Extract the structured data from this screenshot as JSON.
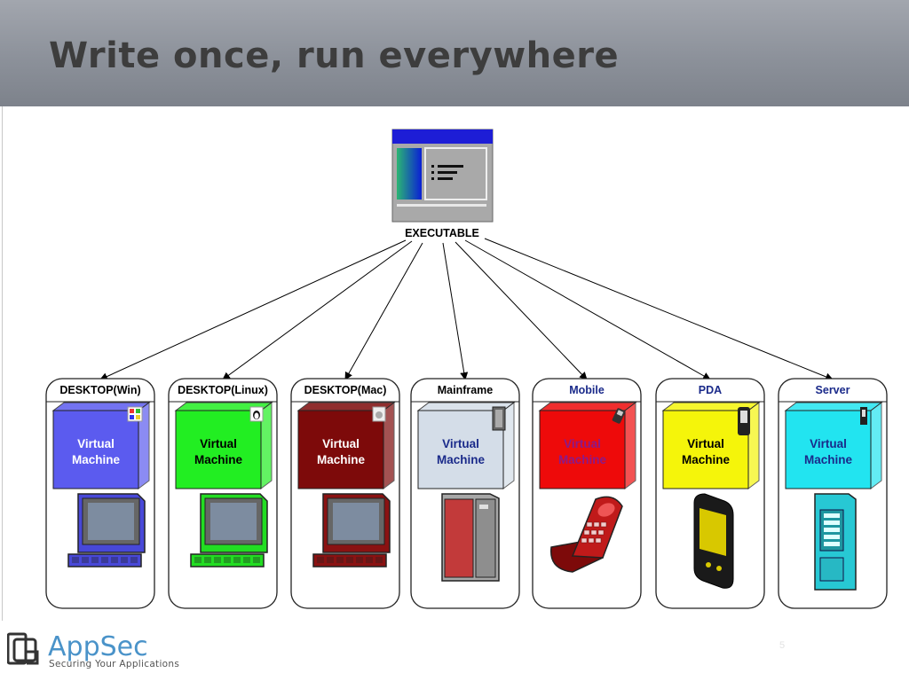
{
  "slide": {
    "title": "Write once, run everywhere",
    "page_number": "5"
  },
  "executable": {
    "label": "EXECUTABLE",
    "icon": "application-window-icon"
  },
  "targets": [
    {
      "label": "DESKTOP(Win)",
      "label_color": "#000000",
      "vm_line1": "Virtual",
      "vm_line2": "Machine",
      "vm_color": "#5b5bef",
      "vm_text_color": "#ffffff",
      "badge": "windows-logo-icon",
      "device": "desktop-computer-icon",
      "device_color": "#4848d8"
    },
    {
      "label": "DESKTOP(Linux)",
      "label_color": "#000000",
      "vm_line1": "Virtual",
      "vm_line2": "Machine",
      "vm_color": "#22ee22",
      "vm_text_color": "#000000",
      "badge": "tux-penguin-icon",
      "device": "desktop-computer-icon",
      "device_color": "#22dd22"
    },
    {
      "label": "DESKTOP(Mac)",
      "label_color": "#000000",
      "vm_line1": "Virtual",
      "vm_line2": "Machine",
      "vm_color": "#7d0a0a",
      "vm_text_color": "#ffffff",
      "badge": "apple-logo-icon",
      "device": "desktop-computer-icon",
      "device_color": "#8a1212"
    },
    {
      "label": "Mainframe",
      "label_color": "#000000",
      "vm_line1": "Virtual",
      "vm_line2": "Machine",
      "vm_color": "#d4dde8",
      "vm_text_color": "#1a2a8a",
      "badge": "server-rack-icon",
      "device": "mainframe-icon",
      "device_color": "#a7a7a7"
    },
    {
      "label": "Mobile",
      "label_color": "#1a2a8a",
      "vm_line1": "Virtual",
      "vm_line2": "Machine",
      "vm_color": "#ee0a0a",
      "vm_text_color": "#8a1a8a",
      "badge": "cell-phone-icon",
      "device": "flip-phone-icon",
      "device_color": "#c01a1a"
    },
    {
      "label": "PDA",
      "label_color": "#1a2a8a",
      "vm_line1": "Virtual",
      "vm_line2": "Machine",
      "vm_color": "#f5f50a",
      "vm_text_color": "#000000",
      "badge": "pda-icon",
      "device": "pda-device-icon",
      "device_color": "#d8c800"
    },
    {
      "label": "Server",
      "label_color": "#1a2a8a",
      "vm_line1": "Virtual",
      "vm_line2": "Machine",
      "vm_color": "#22e4f0",
      "vm_text_color": "#1a2a8a",
      "badge": "server-tower-icon",
      "device": "server-tower-icon",
      "device_color": "#27c8d4"
    }
  ],
  "footer": {
    "brand": "AppSec",
    "tagline": "Securing Your Applications"
  },
  "colors": {
    "header_top": "#a2a6ae",
    "header_bottom": "#7d828b",
    "title": "#3d3d3d",
    "brand": "#4a93c9"
  }
}
